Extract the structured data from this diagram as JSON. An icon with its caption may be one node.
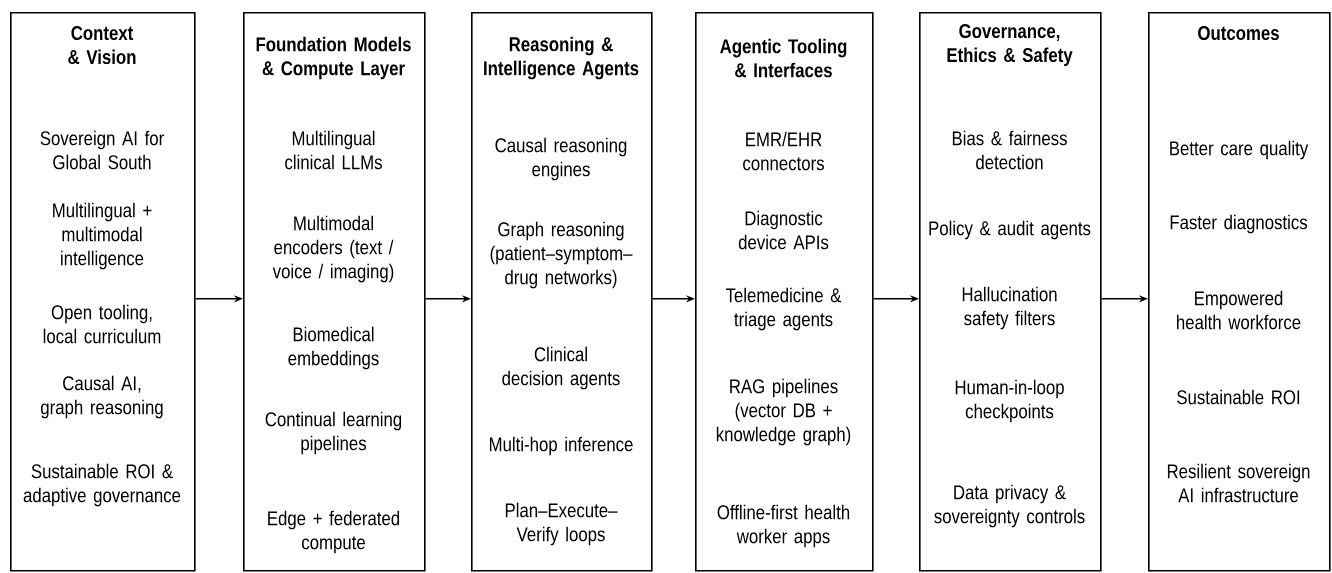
{
  "diagram": {
    "nodes": [
      {
        "text": [
          "Context & Vision",
          "Sovereign AI for Global South",
          "Multilingual + multimodal intelligence",
          "Open tooling, local curriculum",
          "Causal AI, graph reasoning",
          "Sustainable ROI & adaptive governance"
        ]
      },
      {
        "text": [
          "Foundation Models & Compute Layer",
          "Multilingual clinical LLMs",
          "Multimodal encoders (text / voice / imaging)",
          "Biomedical embeddings",
          "Continual learning pipelines",
          "Edge + federated compute"
        ]
      },
      {
        "text": [
          "Reasoning & Intelligence Agents",
          "Causal reasoning engines",
          "Graph reasoning (patient–symptom–drug networks)",
          "Clinical decision agents",
          "Multi-hop inference",
          "Plan–Execute–Verify loops"
        ]
      },
      {
        "text": [
          "Agentic Tooling & Interfaces",
          "EMR/EHR connectors",
          "Diagnostic device APIs",
          "Telemedicine & triage agents",
          "RAG pipelines (vector DB + knowledge graph)",
          "Offline-first health worker apps"
        ]
      },
      {
        "text": [
          "Governance, Ethics & Safety",
          "Bias & fairness detection",
          "Policy & audit agents",
          "Hallucination safety filters",
          "Human-in-loop checkpoints",
          "Data privacy & sovereignty controls"
        ]
      },
      {
        "text": [
          "Outcomes",
          "Better care quality",
          "Faster diagnostics",
          "Empowered health workforce",
          "Sustainable ROI",
          "Resilient sovereign AI infrastructure"
        ]
      }
    ],
    "edges": [
      {
        "from": 0,
        "to": 1,
        "arrow": "to"
      },
      {
        "from": 1,
        "to": 2,
        "arrow": "to"
      },
      {
        "from": 2,
        "to": 3,
        "arrow": "to"
      },
      {
        "from": 3,
        "to": 4,
        "arrow": "to"
      },
      {
        "from": 4,
        "to": 5,
        "arrow": "to"
      }
    ]
  }
}
